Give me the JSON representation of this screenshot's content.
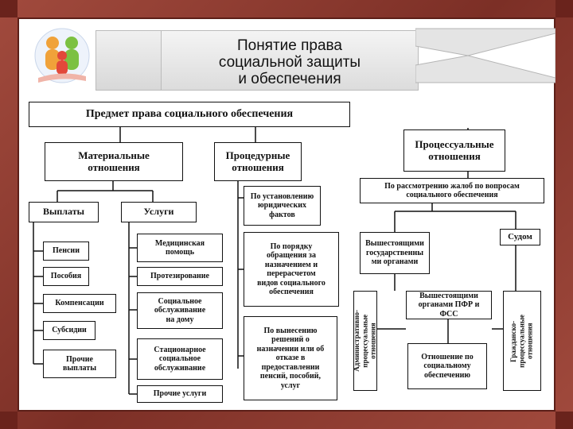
{
  "title": "Понятие права\nсоциальной защиты\nи обеспечения",
  "nodes": {
    "subject": "Предмет права социального обеспечения",
    "material": "Материальные\nотношения",
    "procedural": "Процедурные\nотношения",
    "processual": "Процессуальные\nотношения",
    "payments": "Выплаты",
    "services": "Услуги",
    "legal_facts": "По установлению\nюридических\nфактов",
    "appeal_order": "По порядку\nобращения за\nназначением и\nперерасчетом\nвидов социального\nобеспечения",
    "decision": "По вынесению\nрешений о\nназначении или об\nотказе в\nпредоставлении\nпенсий, пособий,\nуслуг",
    "complaints": "По рассмотрению жалоб по вопросам\nсоциального обеспечения",
    "court": "Судом",
    "higher_state": "Вышестоящими\nгосударственны\nми органами",
    "admin_processual": "Административно-\nпроцессуальные\nотношения",
    "pfr_fss": "Вышестоящими\nорганами ПФР и\nФСС",
    "civil_processual": "Гражданско-\nпроцессуальные\nотношения",
    "social_security_relation": "Отношение по\nсоциальному\nобеспечению",
    "pensions": "Пенсии",
    "benefits": "Пособия",
    "compensations": "Компенсации",
    "subsidies": "Субсидии",
    "other_payments": "Прочие\nвыплаты",
    "medical": "Медицинская\nпомощь",
    "prosthetics": "Протезирование",
    "home_service": "Социальное\nобслуживание\nна дому",
    "stationary": "Стационарное\nсоциальное\nобслуживание",
    "other_services": "Прочие услуги"
  }
}
